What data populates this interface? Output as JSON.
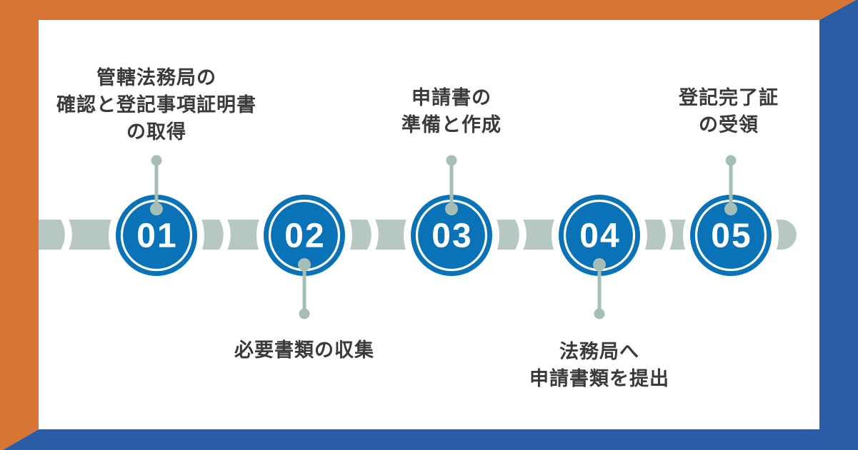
{
  "figure": {
    "type": "process-timeline",
    "step_count": 5,
    "orientation": "horizontal"
  },
  "steps": [
    {
      "number": "01",
      "label_lines": [
        "管轄法務局の",
        "確認と登記事項証明書",
        "の取得"
      ],
      "label_position": "above"
    },
    {
      "number": "02",
      "label_lines": [
        "必要書類の収集"
      ],
      "label_position": "below"
    },
    {
      "number": "03",
      "label_lines": [
        "申請書の",
        "準備と作成"
      ],
      "label_position": "above"
    },
    {
      "number": "04",
      "label_lines": [
        "法務局へ",
        "申請書類を提出"
      ],
      "label_position": "below"
    },
    {
      "number": "05",
      "label_lines": [
        "登記完了証",
        "の受領"
      ],
      "label_position": "above"
    }
  ],
  "colors": {
    "accent_orange": "#D87434",
    "frame_blue": "#2B5DA7",
    "circle_blue": "#0A72B6",
    "timeline_bar": "#B6C8C1",
    "connector": "#A6BEB6",
    "label_text": "#3A3A3A",
    "background": "#FFFFFF"
  }
}
